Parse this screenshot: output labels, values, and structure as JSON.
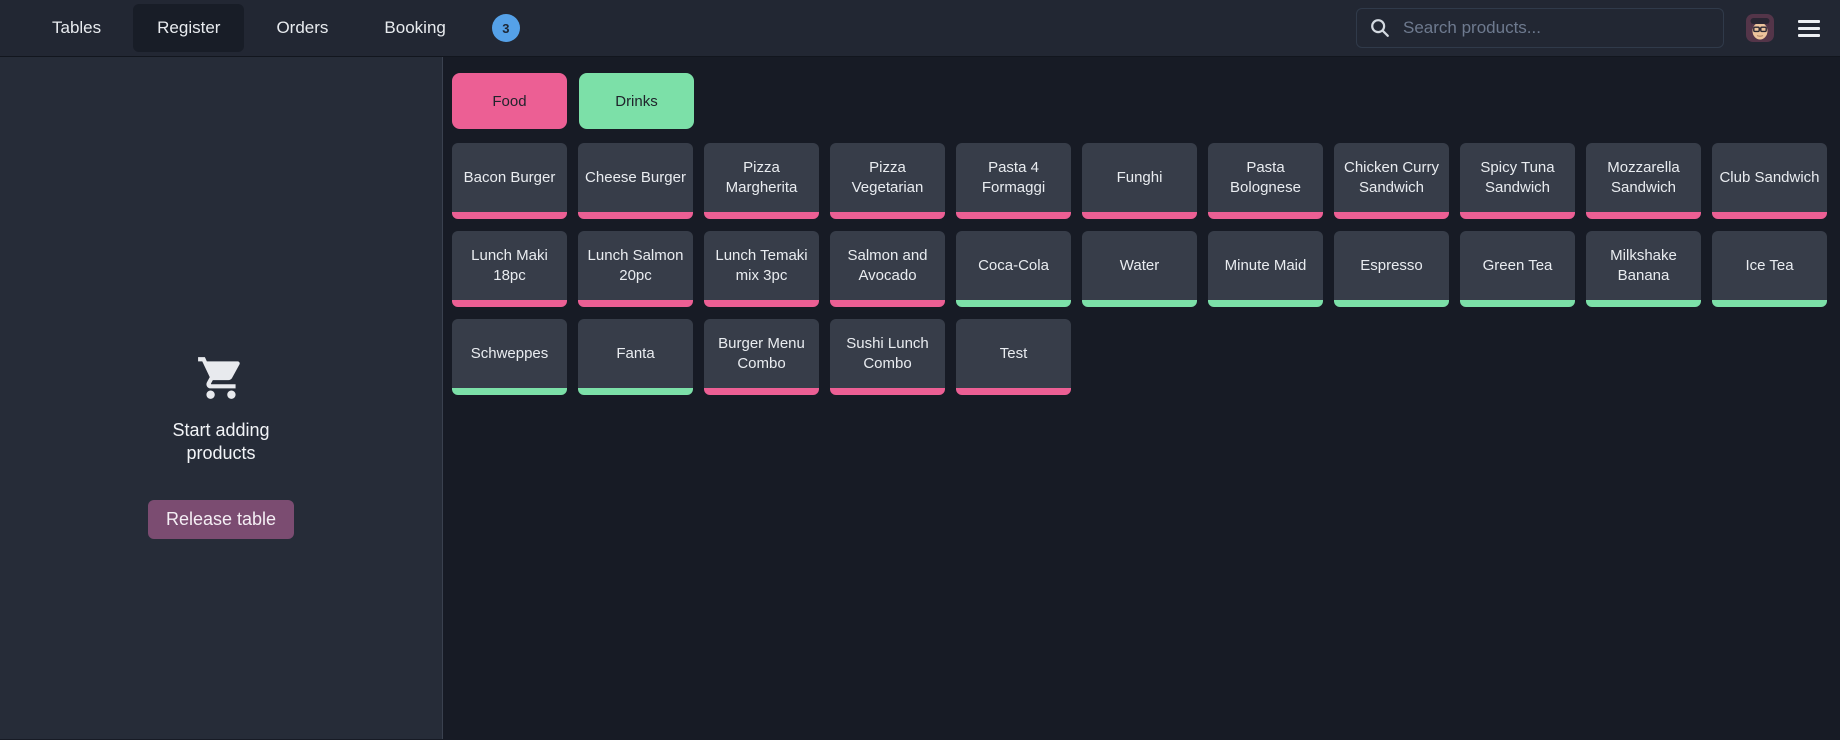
{
  "nav": {
    "items": [
      {
        "label": "Tables",
        "active": false
      },
      {
        "label": "Register",
        "active": true
      },
      {
        "label": "Orders",
        "active": false
      },
      {
        "label": "Booking",
        "active": false
      }
    ],
    "booking_badge": "3"
  },
  "search": {
    "placeholder": "Search products..."
  },
  "cart_panel": {
    "empty_message": "Start adding products",
    "release_button": "Release table"
  },
  "categories": [
    {
      "label": "Food",
      "color": "#ec5f94"
    },
    {
      "label": "Drinks",
      "color": "#7ce0a8"
    }
  ],
  "products": [
    {
      "name": "Bacon Burger",
      "category": "food"
    },
    {
      "name": "Cheese Burger",
      "category": "food"
    },
    {
      "name": "Pizza Margherita",
      "category": "food"
    },
    {
      "name": "Pizza Vegetarian",
      "category": "food"
    },
    {
      "name": "Pasta 4 Formaggi",
      "category": "food"
    },
    {
      "name": "Funghi",
      "category": "food"
    },
    {
      "name": "Pasta Bolognese",
      "category": "food"
    },
    {
      "name": "Chicken Curry Sandwich",
      "category": "food"
    },
    {
      "name": "Spicy Tuna Sandwich",
      "category": "food"
    },
    {
      "name": "Mozzarella Sandwich",
      "category": "food"
    },
    {
      "name": "Club Sandwich",
      "category": "food"
    },
    {
      "name": "Lunch Maki 18pc",
      "category": "food"
    },
    {
      "name": "Lunch Salmon 20pc",
      "category": "food"
    },
    {
      "name": "Lunch Temaki mix 3pc",
      "category": "food"
    },
    {
      "name": "Salmon and Avocado",
      "category": "food"
    },
    {
      "name": "Coca-Cola",
      "category": "drinks"
    },
    {
      "name": "Water",
      "category": "drinks"
    },
    {
      "name": "Minute Maid",
      "category": "drinks"
    },
    {
      "name": "Espresso",
      "category": "drinks"
    },
    {
      "name": "Green Tea",
      "category": "drinks"
    },
    {
      "name": "Milkshake Banana",
      "category": "drinks"
    },
    {
      "name": "Ice Tea",
      "category": "drinks"
    },
    {
      "name": "Schweppes",
      "category": "drinks"
    },
    {
      "name": "Fanta",
      "category": "drinks"
    },
    {
      "name": "Burger Menu Combo",
      "category": "food"
    },
    {
      "name": "Sushi Lunch Combo",
      "category": "food"
    },
    {
      "name": "Test",
      "category": "food"
    }
  ],
  "colors": {
    "food_accent": "#ec5f94",
    "drinks_accent": "#7ce0a8",
    "badge_blue": "#55a1e8",
    "release_purple": "#7b4c71"
  }
}
